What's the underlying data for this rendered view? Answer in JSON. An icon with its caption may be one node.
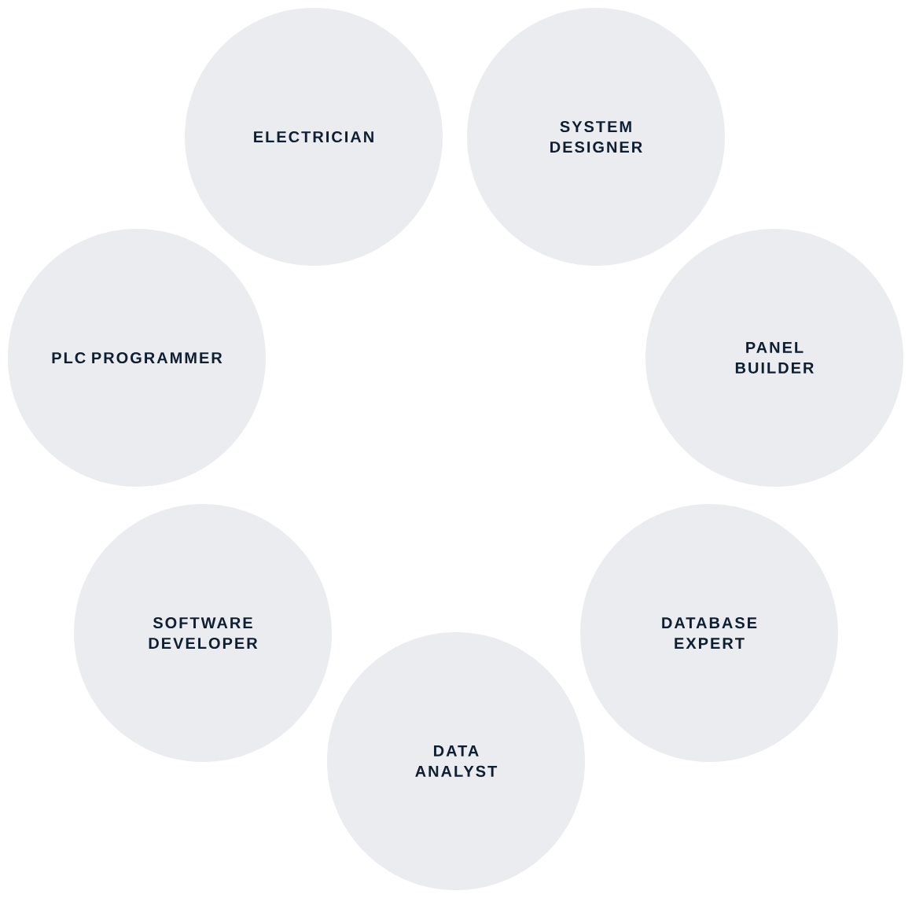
{
  "diagram": {
    "nodes": [
      {
        "text": [
          "ELECTRICIAN"
        ]
      },
      {
        "text": [
          "SYSTEM DESIGNER"
        ]
      },
      {
        "text": [
          "PLC PROGRAMMER"
        ]
      },
      {
        "text": [
          "PANEL BUILDER"
        ]
      },
      {
        "text": [
          "SOFTWARE DEVELOPER"
        ]
      },
      {
        "text": [
          "DATABASE EXPERT"
        ]
      },
      {
        "text": [
          "DATA ANALYST"
        ]
      }
    ]
  }
}
